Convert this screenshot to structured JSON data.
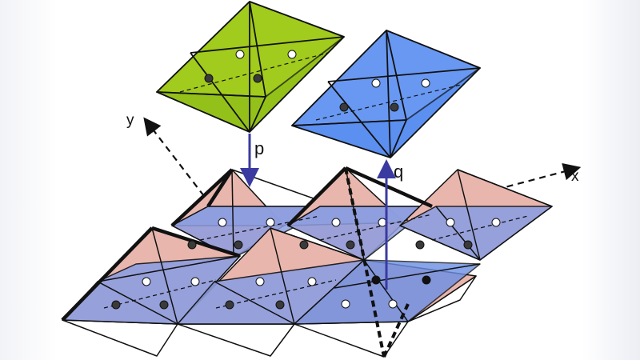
{
  "labels": {
    "axis_y": "y",
    "axis_x": "x",
    "arrow_p": "p",
    "arrow_q": "q"
  },
  "colors": {
    "green_octahedron": "#93c11a",
    "blue_octahedron": "#5b8ff0",
    "pink_layer": "#e8b6ad",
    "blue_layer": "#8e9ee0",
    "arrow": "#3a3aa0",
    "background": "#ffffff"
  }
}
